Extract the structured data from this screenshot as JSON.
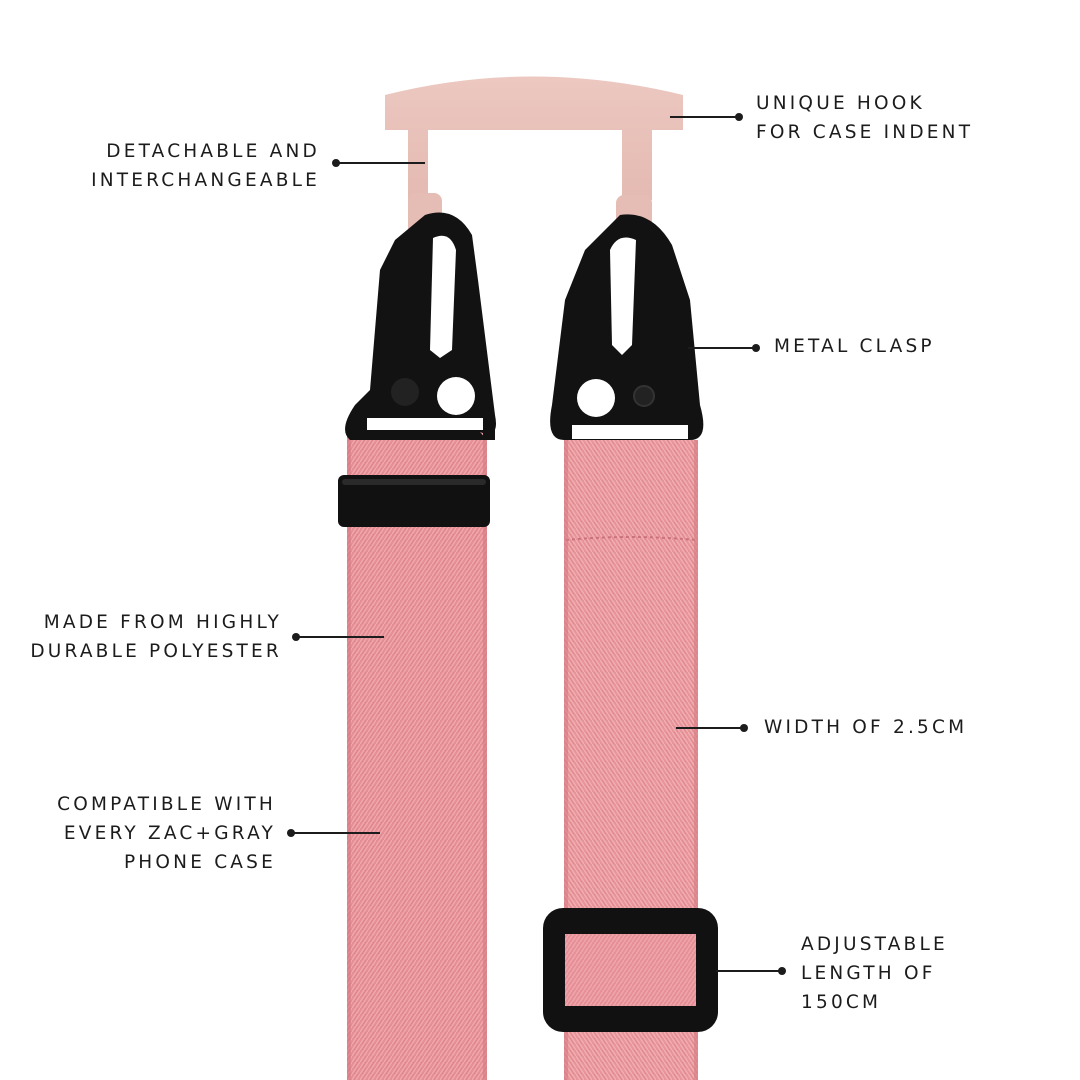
{
  "product": {
    "colors": {
      "strap": "#e58e94",
      "strap_light": "#f0a8ae",
      "strap_dark": "#d57a82",
      "hook": "#e9c2ba",
      "hardware": "#111111",
      "background": "#ffffff",
      "text": "#1c1c1c"
    }
  },
  "callouts": {
    "detachable": {
      "lines": [
        "DETACHABLE AND",
        "INTERCHANGEABLE"
      ]
    },
    "hook": {
      "lines": [
        "UNIQUE HOOK",
        "FOR CASE INDENT"
      ]
    },
    "clasp": {
      "lines": [
        "METAL CLASP"
      ]
    },
    "polyester": {
      "lines": [
        "MADE FROM HIGHLY",
        "DURABLE POLYESTER"
      ]
    },
    "width": {
      "lines": [
        "WIDTH OF 2.5CM"
      ]
    },
    "compatible": {
      "lines": [
        "COMPATIBLE WITH",
        "EVERY ZAC+GRAY",
        "PHONE CASE"
      ]
    },
    "adjustable": {
      "lines": [
        "ADJUSTABLE",
        "LENGTH OF",
        "150CM"
      ]
    }
  }
}
